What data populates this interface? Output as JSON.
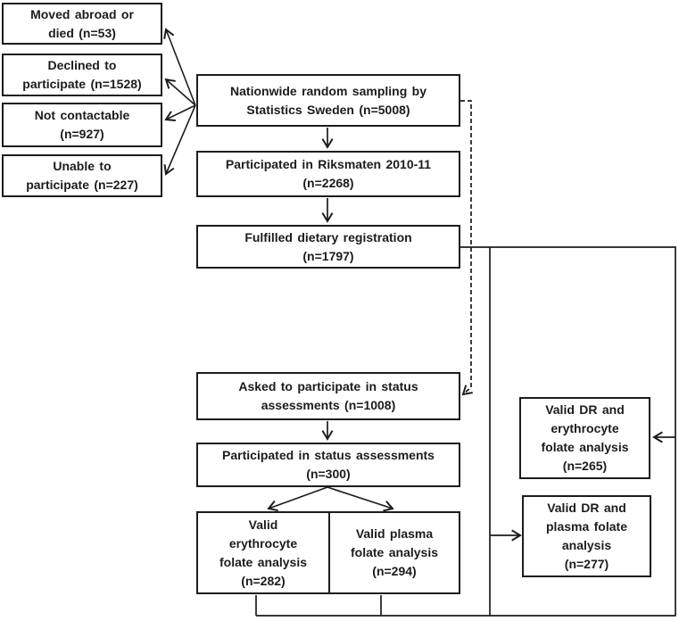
{
  "colors": {
    "background": "#ffffff",
    "line": "#1c1c1c",
    "box_border": "#1c1c1c",
    "text": "#1c1c1c"
  },
  "flowchart": {
    "exclusion_boxes": [
      {
        "name": "moved-abroad-or-died",
        "lines": [
          "Moved abroad or",
          "died (n=53)"
        ]
      },
      {
        "name": "declined-to-participate",
        "lines": [
          "Declined to",
          "participate (n=1528)"
        ]
      },
      {
        "name": "not-contactable",
        "lines": [
          "Not contactable",
          "(n=927)"
        ]
      },
      {
        "name": "unable-to-participate",
        "lines": [
          "Unable to",
          "participate (n=227)"
        ]
      }
    ],
    "main_boxes": [
      {
        "name": "nationwide-random-sampling",
        "lines": [
          "Nationwide random sampling by",
          "Statistics Sweden (n=5008)"
        ]
      },
      {
        "name": "participated-riksmaten",
        "lines": [
          "Participated in Riksmaten 2010-11",
          "(n=2268)"
        ]
      },
      {
        "name": "fulfilled-dietary-registration",
        "lines": [
          "Fulfilled dietary registration",
          "(n=1797)"
        ]
      },
      {
        "name": "asked-status-assessments",
        "lines": [
          "Asked to participate in status",
          "assessments (n=1008)"
        ]
      },
      {
        "name": "participated-status-assessments",
        "lines": [
          "Participated in status assessments",
          "(n=300)"
        ]
      },
      {
        "name": "valid-erythrocyte-folate",
        "lines": [
          "Valid",
          "erythrocyte",
          "folate analysis",
          "(n=282)"
        ]
      },
      {
        "name": "valid-plasma-folate",
        "lines": [
          "Valid plasma",
          "folate analysis",
          "(n=294)"
        ]
      }
    ],
    "combined_boxes": [
      {
        "name": "valid-dr-erythrocyte-folate",
        "lines": [
          "Valid DR and",
          "erythrocyte",
          "folate analysis",
          "(n=265)"
        ]
      },
      {
        "name": "valid-dr-plasma-folate",
        "lines": [
          "Valid DR and",
          "plasma folate",
          "analysis",
          "(n=277)"
        ]
      }
    ]
  }
}
